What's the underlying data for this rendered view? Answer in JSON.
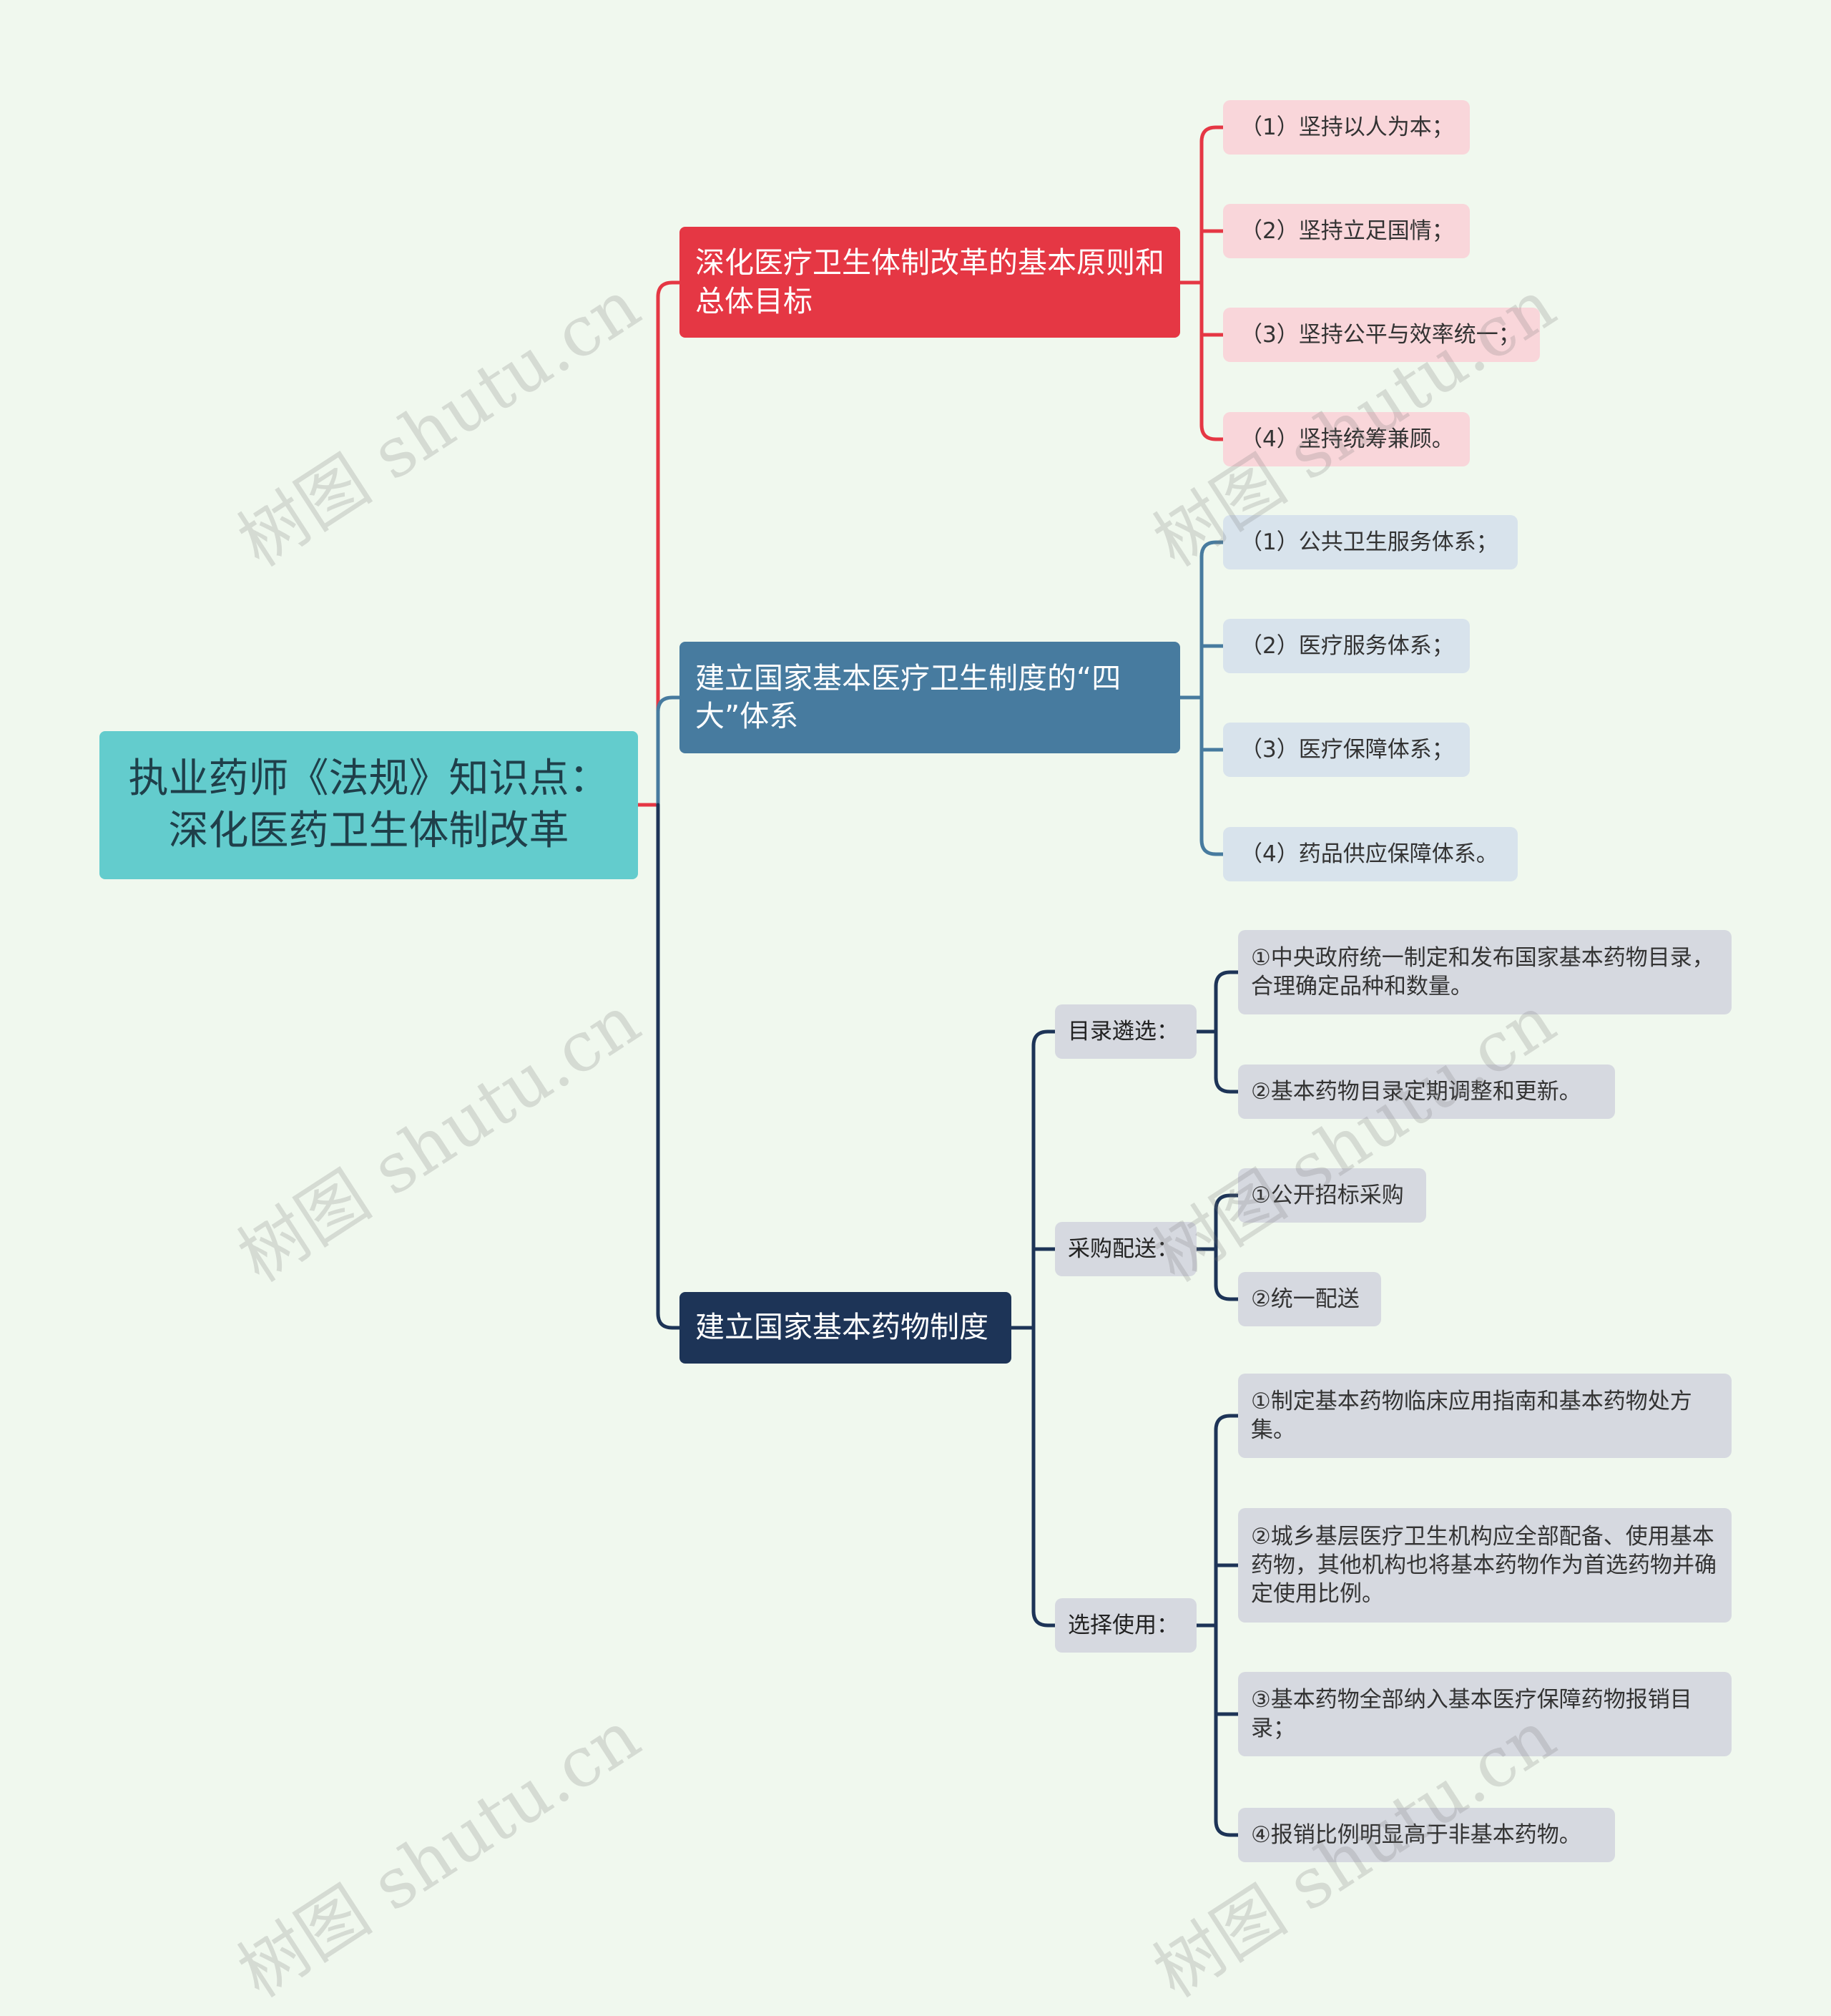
{
  "root": {
    "line1": "执业药师《法规》知识点：",
    "line2": "深化医药卫生体制改革"
  },
  "branches": [
    {
      "title": "深化医疗卫生体制改革的基本原则和总体目标",
      "color": "#e53744",
      "children": [
        "（1）坚持以人为本；",
        "（2）坚持立足国情；",
        "（3）坚持公平与效率统一；",
        "（4）坚持统筹兼顾。"
      ]
    },
    {
      "title": "建立国家基本医疗卫生制度的“四大”体系",
      "color": "#477b9f",
      "children": [
        "（1）公共卫生服务体系；",
        "（2）医疗服务体系；",
        "（3）医疗保障体系；",
        "（4）药品供应保障体系。"
      ]
    },
    {
      "title": "建立国家基本药物制度",
      "color": "#1d3457",
      "groups": [
        {
          "label": "目录遴选：",
          "children": [
            "①中央政府统一制定和发布国家基本药物目录，合理确定品种和数量。",
            "②基本药物目录定期调整和更新。"
          ]
        },
        {
          "label": "采购配送：",
          "children": [
            "①公开招标采购",
            "②统一配送"
          ]
        },
        {
          "label": "选择使用：",
          "children": [
            "①制定基本药物临床应用指南和基本药物处方集。",
            "②城乡基层医疗卫生机构应全部配备、使用基本药物，其他机构也将基本药物作为首选药物并确定使用比例。",
            "③基本药物全部纳入基本医疗保障药物报销目录；",
            "④报销比例明显高于非基本药物。"
          ]
        }
      ]
    }
  ],
  "watermark": "树图 shutu.cn"
}
